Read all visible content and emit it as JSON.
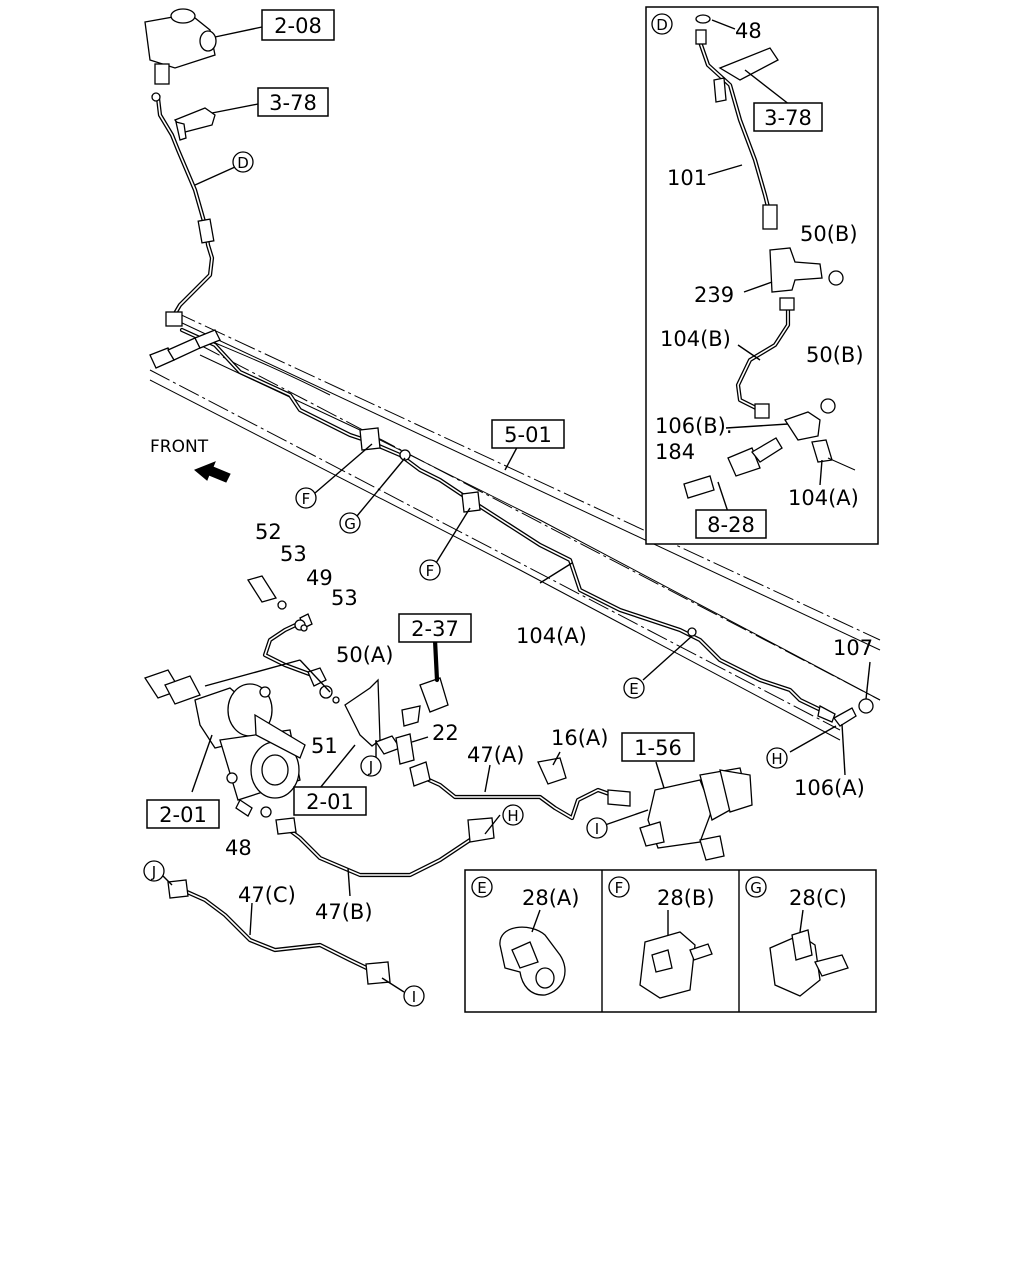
{
  "labels": {
    "ref_2_08": "2-08",
    "ref_3_78_top": "3-78",
    "ref_5_01": "5-01",
    "ref_2_37": "2-37",
    "ref_1_56": "1-56",
    "ref_2_01_left": "2-01",
    "ref_2_01_mid": "2-01",
    "ref_3_78_inset": "3-78",
    "ref_8_28": "8-28",
    "front": "FRONT",
    "p52": "52",
    "p53a": "53",
    "p49": "49",
    "p53b": "53",
    "p50a": "50(A)",
    "p51": "51",
    "p22": "22",
    "p47a": "47(A)",
    "p16a": "16(A)",
    "p104a_main": "104(A)",
    "p107": "107",
    "p106a": "106(A)",
    "p48_main": "48",
    "p47b": "47(B)",
    "p47c": "47(C)",
    "i48": "48",
    "i101": "101",
    "i50b_1": "50(B)",
    "i239": "239",
    "i104b": "104(B)",
    "i50b_2": "50(B)",
    "i106b": "106(B).",
    "i184": "184",
    "i104a": "104(A)",
    "d_E": "28(A)",
    "d_F": "28(B)",
    "d_G": "28(C)"
  },
  "callouts": {
    "D_main": "D",
    "D_inset": "D",
    "F1": "F",
    "G1": "G",
    "F2": "F",
    "E1": "E",
    "H1": "H",
    "H2": "H",
    "I1": "I",
    "I2": "I",
    "J1": "J",
    "J2": "J",
    "E_box": "E",
    "F_box": "F",
    "G_box": "G"
  }
}
